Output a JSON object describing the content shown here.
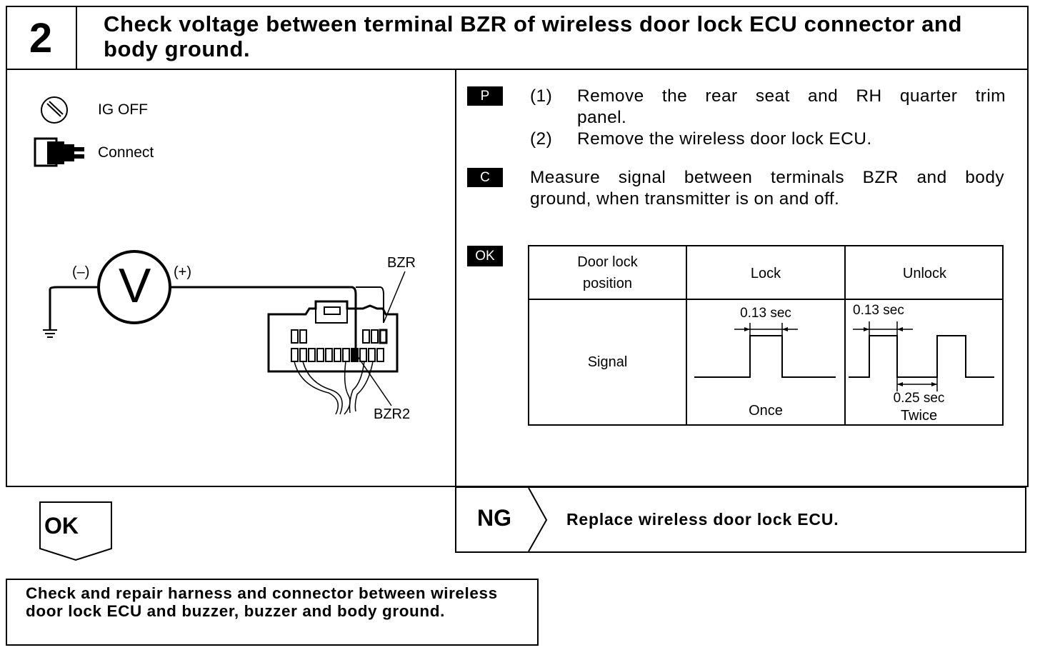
{
  "header": {
    "step_number": "2",
    "title": "Check voltage between terminal BZR of wireless door lock ECU connector and body ground."
  },
  "left_panel": {
    "legend": [
      {
        "icon": "ignition-off-icon",
        "label": "IG OFF"
      },
      {
        "icon": "connector-icon",
        "label": "Connect"
      }
    ],
    "diagram": {
      "meter_symbol": "V",
      "negative_label": "(–)",
      "positive_label": "(+)",
      "terminal_top": "BZR",
      "terminal_bottom": "BZR2"
    }
  },
  "right_panel": {
    "prep": {
      "tag": "P",
      "steps": [
        {
          "num": "(1)",
          "line1": "Remove the rear seat and RH quarter trim",
          "line2": "panel."
        },
        {
          "num": "(2)",
          "line1": "Remove the wireless door lock ECU."
        }
      ]
    },
    "check": {
      "tag": "C",
      "line1": "Measure signal between terminals BZR and body",
      "line2": "ground, when transmitter is on and off."
    },
    "ok": {
      "tag": "OK",
      "table": {
        "header_col1_line1": "Door lock",
        "header_col1_line2": "position",
        "header_col2": "Lock",
        "header_col3": "Unlock",
        "row_label": "Signal",
        "lock_pulse_width": "0.13 sec",
        "lock_caption": "Once",
        "unlock_pulse_width": "0.13 sec",
        "unlock_gap": "0.25 sec",
        "unlock_caption": "Twice"
      }
    }
  },
  "results": {
    "ok_label": "OK",
    "ok_action": "Check and repair harness and connector between wireless door lock ECU and buzzer, buzzer and body ground.",
    "ng_label": "NG",
    "ng_action": "Replace wireless door lock ECU."
  },
  "colors": {
    "ink": "#000000",
    "paper": "#ffffff"
  }
}
